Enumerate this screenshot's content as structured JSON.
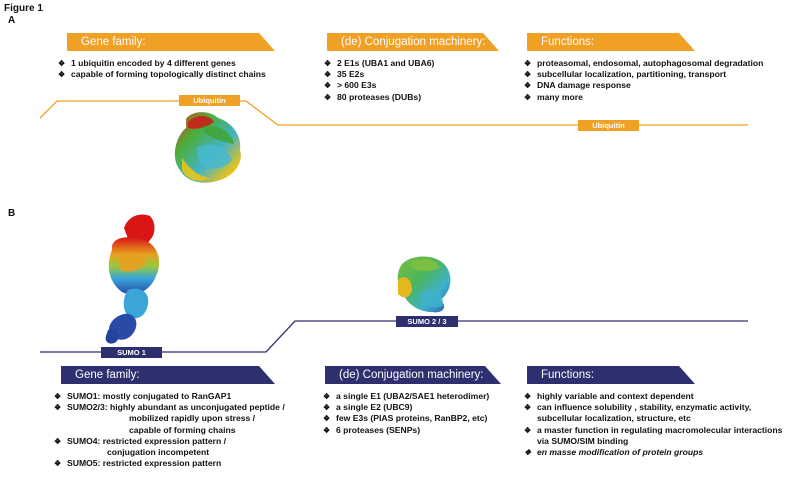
{
  "figure_title": "Figure 1",
  "panel_a": {
    "letter": "A",
    "gene_family": {
      "title": "Gene family:",
      "items": [
        "1 ubiquitin encoded by 4 different genes",
        "capable of forming topologically distinct chains"
      ]
    },
    "conjugation": {
      "title": "(de) Conjugation machinery:",
      "items": [
        "2 E1s (UBA1 and UBA6)",
        "35 E2s",
        "> 600 E3s",
        "80 proteases (DUBs)"
      ]
    },
    "functions": {
      "title": "Functions:",
      "items": [
        "proteasomal, endosomal, autophagosomal degradation",
        "subcellular localization, partitioning, transport",
        "DNA damage response",
        "many more"
      ]
    },
    "tag_left": "Ubiquitin",
    "tag_right": "Ubiquitin"
  },
  "panel_b": {
    "letter": "B",
    "tag_left": "SUMO 1",
    "tag_right": "SUMO 2 / 3",
    "gene_family": {
      "title": "Gene family:",
      "items": [
        {
          "text": "SUMO1: mostly conjugated to RanGAP1",
          "indent": false
        },
        {
          "text": "SUMO2/3: highly abundant as unconjugated peptide /",
          "indent": false
        },
        {
          "text": "mobilized rapidly upon stress /",
          "indent": true
        },
        {
          "text": "capable of forming chains",
          "indent": true
        },
        {
          "text": "SUMO4: restricted expression pattern /",
          "indent": false
        },
        {
          "text": "conjugation incompetent",
          "indent": true
        },
        {
          "text": "SUMO5: restricted expression pattern",
          "indent": false
        }
      ]
    },
    "conjugation": {
      "title": "(de) Conjugation machinery:",
      "items": [
        "a single E1 (UBA2/SAE1 heterodimer)",
        "a single E2 (UBC9)",
        "few E3s (PIAS proteins, RanBP2, etc)",
        "6 proteases (SENPs)"
      ]
    },
    "functions": {
      "title": "Functions:",
      "items": [
        "highly variable and context dependent",
        "can influence solubility , stability, enzymatic activity, subcellular localization, structure, etc",
        "a master function in regulating macromolecular interactions via SUMO/SIM binding",
        "en masse modification of protein groups"
      ]
    }
  },
  "colors": {
    "orange": "#f0a025",
    "navy": "#2e2f6e"
  }
}
